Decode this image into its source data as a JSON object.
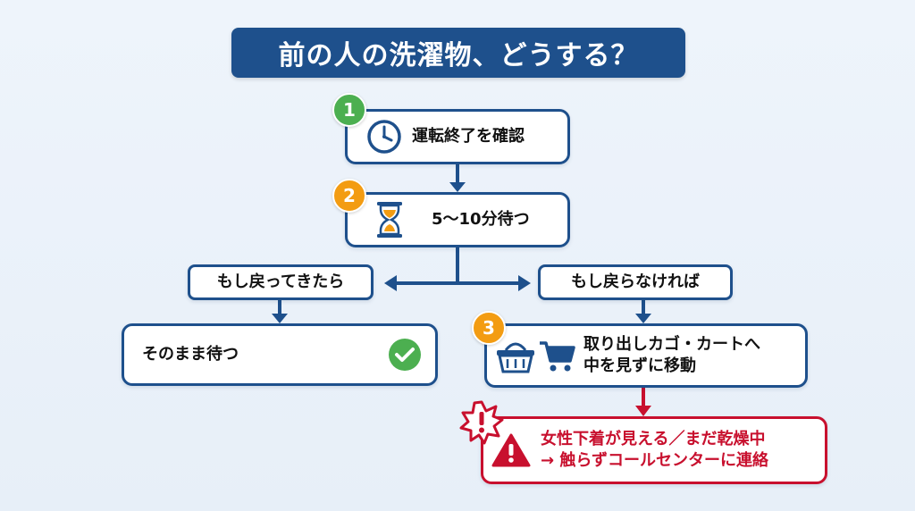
{
  "title": "前の人の洗濯物、どうする？",
  "steps": [
    {
      "number": "1",
      "label": "運転終了を確認",
      "icon": "clock-icon",
      "badge_color": "#4caf50"
    },
    {
      "number": "2",
      "label": "5〜10分待つ",
      "icon": "hourglass-icon",
      "badge_color": "#f39c12"
    },
    {
      "number": "3",
      "label_line1": "取り出しカゴ・カートへ",
      "label_line2": "中を見ずに移動",
      "icon": "basket-cart-icon",
      "badge_color": "#f39c12"
    }
  ],
  "branches": {
    "left": "もし戻ってきたら",
    "right": "もし戻らなければ"
  },
  "wait_result": {
    "label": "そのまま待つ",
    "icon": "check-circle-icon"
  },
  "warning": {
    "line1": "女性下着が見える／まだ乾燥中",
    "line2": "→ 触らずコールセンターに連絡",
    "icons": [
      "exclamation-burst-icon",
      "warning-triangle-icon"
    ]
  },
  "colors": {
    "primary": "#1e508c",
    "alert": "#c8102e",
    "success": "#4caf50",
    "accent": "#f39c12"
  }
}
